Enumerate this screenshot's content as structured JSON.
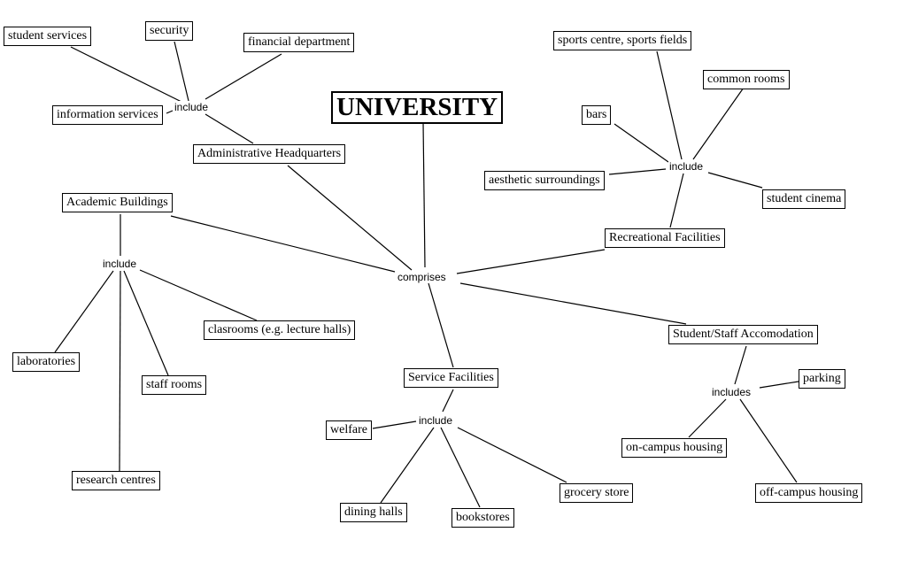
{
  "title": "UNIVERSITY",
  "hub_link": "comprises",
  "admin": {
    "label": "Administrative Headquarters",
    "link": "include",
    "items": [
      "student services",
      "security",
      "financial department",
      "information services"
    ]
  },
  "academic": {
    "label": "Academic Buildings",
    "link": "include",
    "items": [
      "laboratories",
      "staff rooms",
      "clasrooms (e.g. lecture halls)",
      "research centres"
    ]
  },
  "service": {
    "label": "Service Facilities",
    "link": "include",
    "items": [
      "welfare",
      "dining halls",
      "bookstores",
      "grocery store"
    ]
  },
  "accommodation": {
    "label": "Student/Staff Accomodation",
    "link": "includes",
    "items": [
      "parking",
      "on-campus housing",
      "off-campus housing"
    ]
  },
  "recreation": {
    "label": "Recreational Facilities",
    "link": "include",
    "items": [
      "sports centre, sports fields",
      "common rooms",
      "bars",
      "aesthetic surroundings",
      "student cinema"
    ]
  }
}
